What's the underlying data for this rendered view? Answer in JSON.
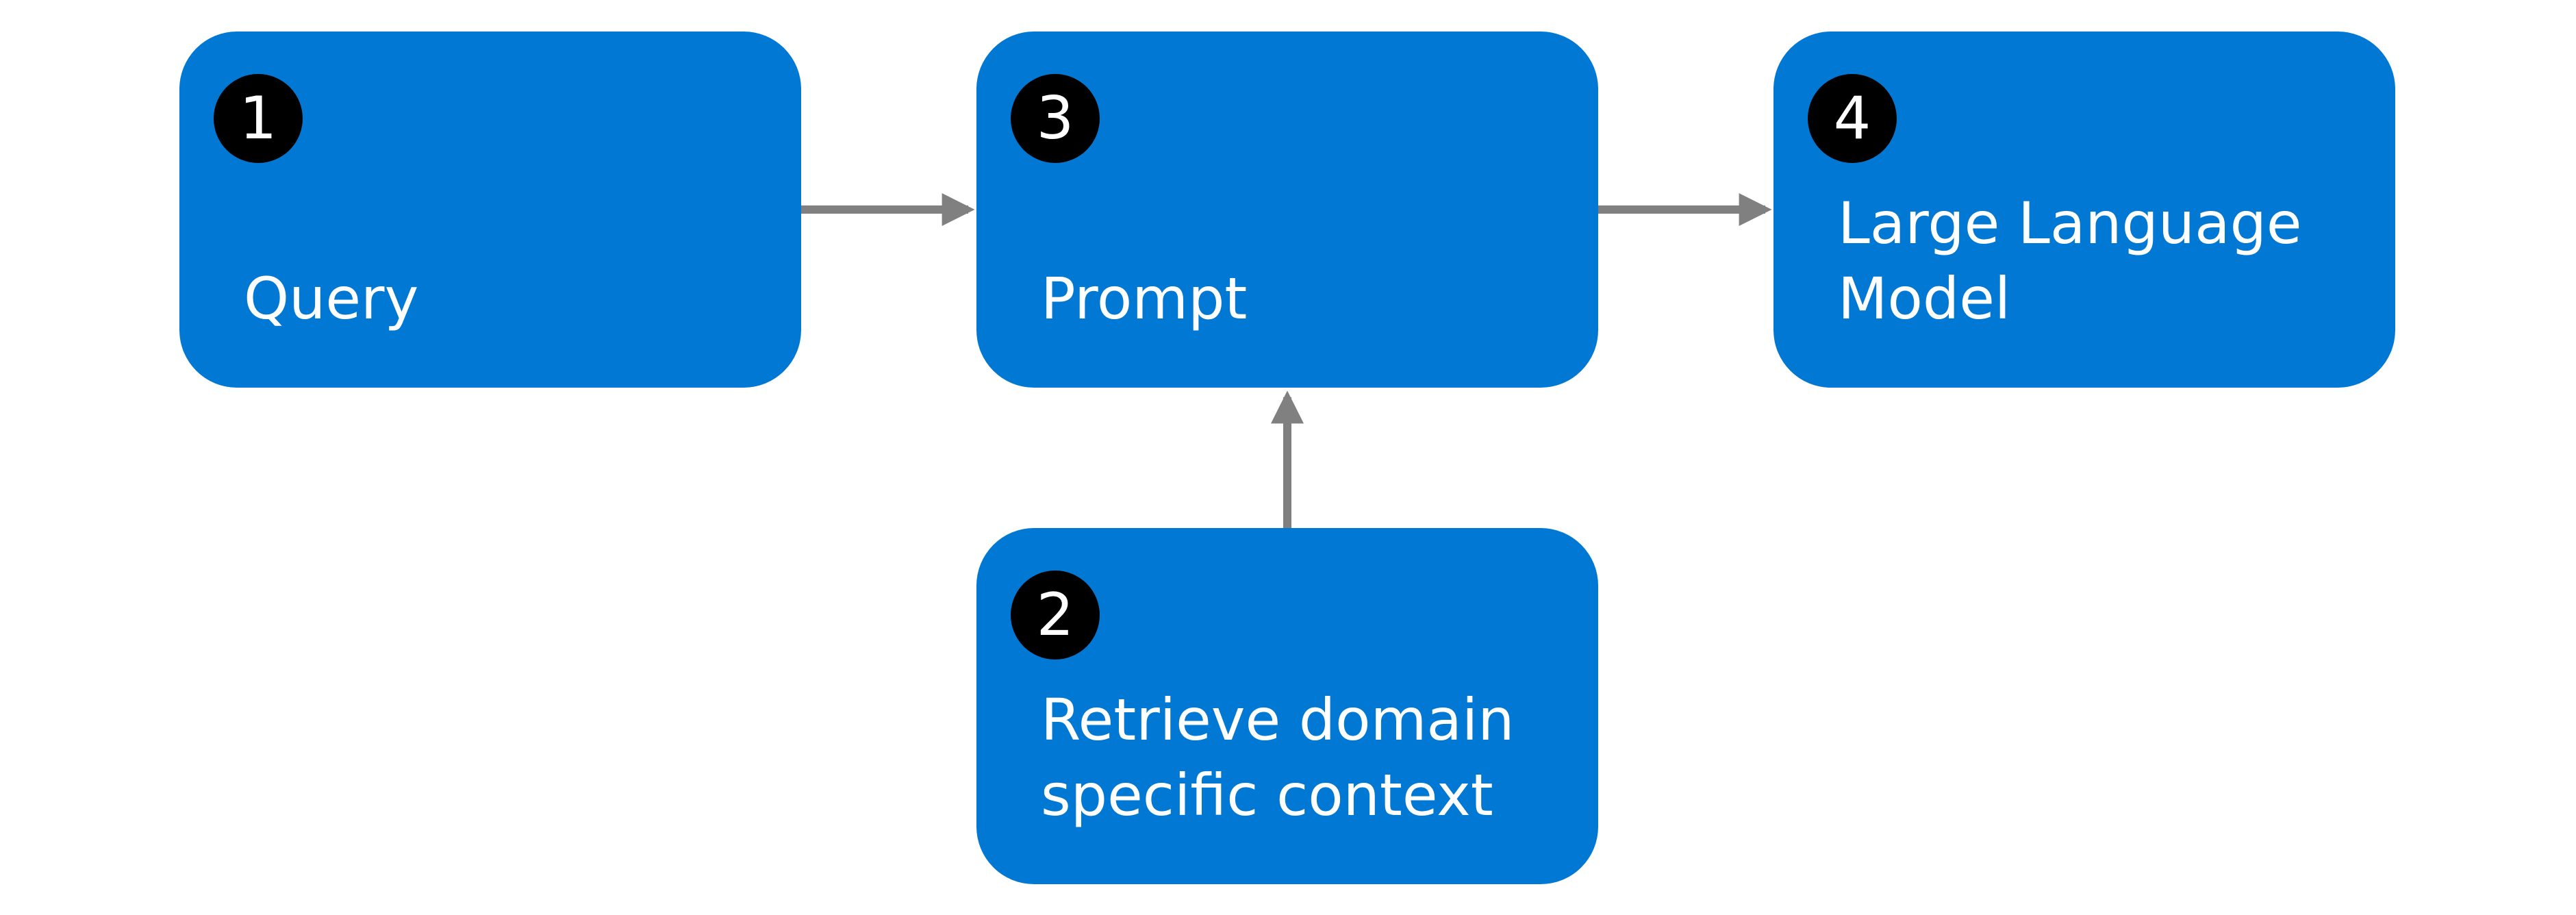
{
  "colors": {
    "box_fill": "#0078d4",
    "badge_fill": "#000000",
    "text": "#ffffff",
    "connector": "#808080"
  },
  "steps": [
    {
      "id": "query",
      "number": "1",
      "label_lines": [
        "Query"
      ]
    },
    {
      "id": "prompt",
      "number": "3",
      "label_lines": [
        "Prompt"
      ]
    },
    {
      "id": "llm",
      "number": "4",
      "label_lines": [
        "Large Language",
        "Model"
      ]
    },
    {
      "id": "retrieve",
      "number": "2",
      "label_lines": [
        "Retrieve domain",
        "specific context"
      ]
    }
  ],
  "connections": [
    {
      "from": "query",
      "to": "prompt"
    },
    {
      "from": "prompt",
      "to": "llm"
    },
    {
      "from": "retrieve",
      "to": "prompt"
    }
  ]
}
